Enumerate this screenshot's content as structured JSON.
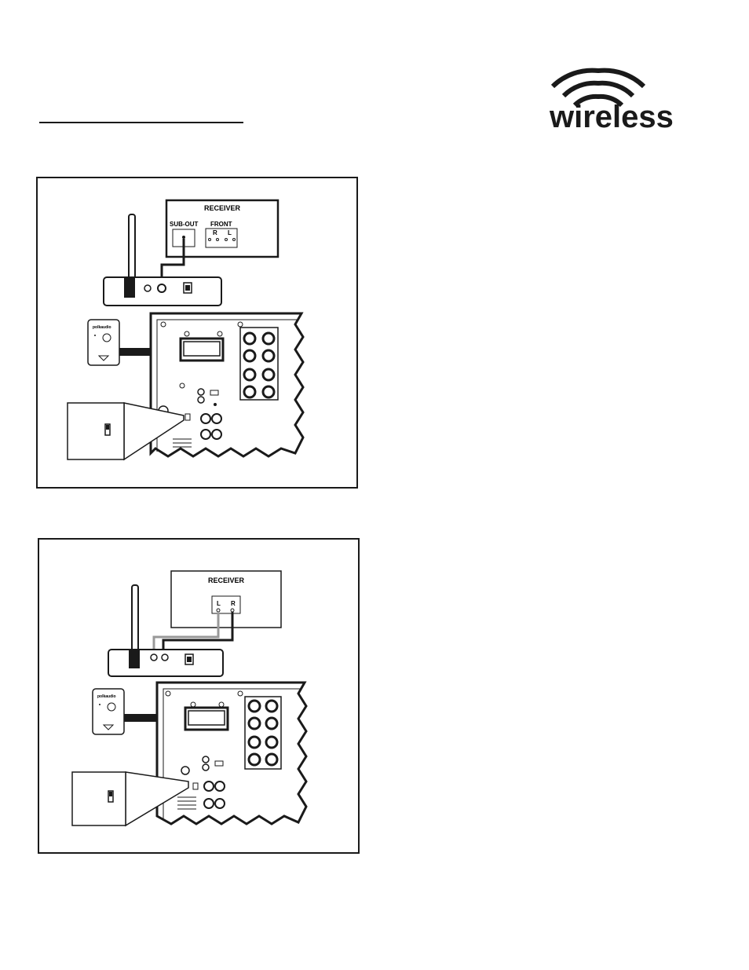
{
  "logo": {
    "text": "wireless",
    "icon": "wireless-waves-icon"
  },
  "diagram1": {
    "receiver_title": "RECEIVER",
    "sub_out_label": "SUB-OUT",
    "front_label": "FRONT",
    "front_r": "R",
    "front_l": "L",
    "remote_brand": "polkaudio"
  },
  "diagram2": {
    "receiver_title": "RECEIVER",
    "l_label": "L",
    "r_label": "R",
    "remote_brand": "polkaudio"
  },
  "colors": {
    "ink": "#1a1a1a",
    "gray": "#999999"
  }
}
